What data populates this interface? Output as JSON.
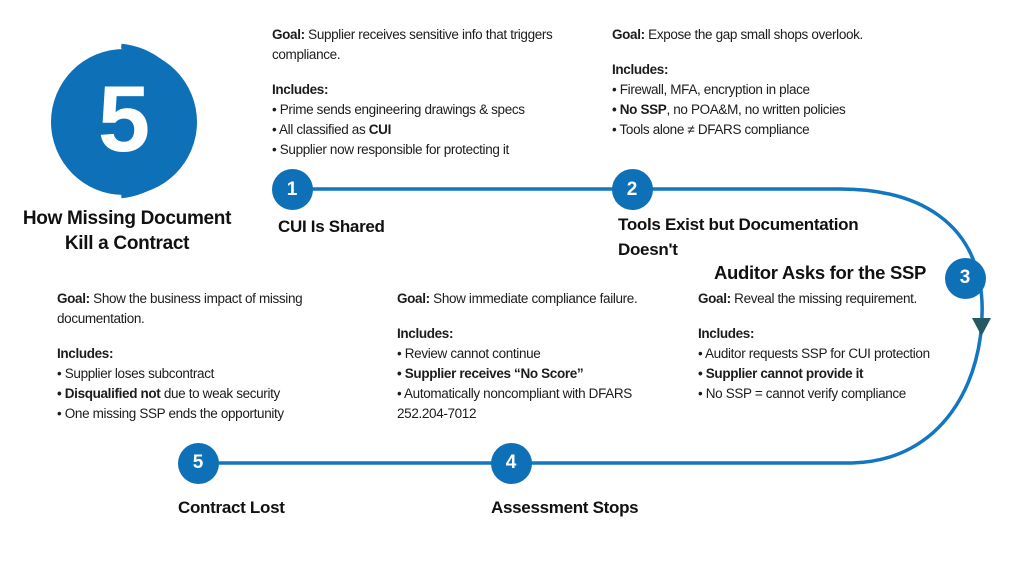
{
  "colors": {
    "primary_blue": "#0e71b8",
    "line_blue": "#1276c0",
    "arrow_teal": "#245962",
    "text_dark": "#1c1c1e"
  },
  "hero": {
    "number": "5",
    "title": "How Missing Document\nKill a Contract"
  },
  "steps": [
    {
      "num": "1",
      "label": "CUI Is Shared"
    },
    {
      "num": "2",
      "label": "Tools Exist but Documentation\nDoesn't"
    },
    {
      "num": "3",
      "label": "Auditor Asks for the SSP"
    },
    {
      "num": "4",
      "label": "Assessment Stops"
    },
    {
      "num": "5",
      "label": "Contract Lost"
    }
  ],
  "blocks": {
    "step1": {
      "lines": [
        {
          "cls": "goal",
          "seg": [
            {
              "t": "Goal:",
              "b": 1
            },
            {
              "t": " Supplier receives sensitive info that triggers",
              "b": 0
            }
          ]
        },
        {
          "cls": "goal",
          "seg": [
            {
              "t": "compliance.",
              "b": 0
            }
          ]
        },
        {
          "cls": "includes",
          "seg": [
            {
              "t": "Includes:",
              "b": 1
            }
          ]
        },
        {
          "cls": "bullet",
          "seg": [
            {
              "t": "• Prime sends engineering drawings & specs",
              "b": 0
            }
          ]
        },
        {
          "cls": "bullet",
          "seg": [
            {
              "t": "• All classified as ",
              "b": 0
            },
            {
              "t": "CUI",
              "b": 1
            }
          ]
        },
        {
          "cls": "bullet",
          "seg": [
            {
              "t": "• Supplier now responsible for protecting it",
              "b": 0
            }
          ]
        }
      ]
    },
    "step2": {
      "lines": [
        {
          "cls": "goal",
          "seg": [
            {
              "t": "Goal:",
              "b": 1
            },
            {
              "t": " Expose the gap small shops overlook.",
              "b": 0
            }
          ]
        },
        {
          "cls": "includes",
          "seg": [
            {
              "t": "Includes:",
              "b": 1
            }
          ]
        },
        {
          "cls": "bullet",
          "seg": [
            {
              "t": "• Firewall, MFA, encryption in place",
              "b": 0
            }
          ]
        },
        {
          "cls": "bullet",
          "seg": [
            {
              "t": "• No SSP",
              "b": 1
            },
            {
              "t": ", no POA&M, no written policies",
              "b": 0
            }
          ]
        },
        {
          "cls": "bullet",
          "seg": [
            {
              "t": "• Tools alone ≠ DFARS compliance",
              "b": 0
            }
          ]
        }
      ]
    },
    "step3": {
      "lines": [
        {
          "cls": "goal",
          "seg": [
            {
              "t": "Goal:",
              "b": 1
            },
            {
              "t": " Reveal the missing requirement.",
              "b": 0
            }
          ]
        },
        {
          "cls": "includes",
          "seg": [
            {
              "t": "Includes:",
              "b": 1
            }
          ]
        },
        {
          "cls": "bullet",
          "seg": [
            {
              "t": "• Auditor requests SSP for CUI protection",
              "b": 0
            }
          ]
        },
        {
          "cls": "bullet",
          "seg": [
            {
              "t": "• Supplier cannot provide it",
              "b": 1
            }
          ]
        },
        {
          "cls": "bullet",
          "seg": [
            {
              "t": "• No SSP = cannot verify compliance",
              "b": 0
            }
          ]
        }
      ]
    },
    "step4": {
      "lines": [
        {
          "cls": "goal",
          "seg": [
            {
              "t": "Goal:",
              "b": 1
            },
            {
              "t": " Show immediate compliance failure.",
              "b": 0
            }
          ]
        },
        {
          "cls": "includes",
          "seg": [
            {
              "t": "Includes:",
              "b": 1
            }
          ]
        },
        {
          "cls": "bullet",
          "seg": [
            {
              "t": "• Review cannot continue",
              "b": 0
            }
          ]
        },
        {
          "cls": "bullet",
          "seg": [
            {
              "t": "• Supplier receives “No Score”",
              "b": 1
            }
          ]
        },
        {
          "cls": "bullet",
          "seg": [
            {
              "t": "• Automatically noncompliant with DFARS",
              "b": 0
            }
          ]
        },
        {
          "cls": "cont",
          "seg": [
            {
              "t": "252.204-7012",
              "b": 0
            }
          ]
        }
      ]
    },
    "step5": {
      "lines": [
        {
          "cls": "goal",
          "seg": [
            {
              "t": "Goal:",
              "b": 1
            },
            {
              "t": " Show the business impact of missing",
              "b": 0
            }
          ]
        },
        {
          "cls": "goal",
          "seg": [
            {
              "t": "documentation.",
              "b": 0
            }
          ]
        },
        {
          "cls": "includes",
          "seg": [
            {
              "t": "Includes:",
              "b": 1
            }
          ]
        },
        {
          "cls": "bullet",
          "seg": [
            {
              "t": "• Supplier loses subcontract",
              "b": 0
            }
          ]
        },
        {
          "cls": "bullet",
          "seg": [
            {
              "t": "• Disqualified not",
              "b": 1
            },
            {
              "t": " due to weak security",
              "b": 0
            }
          ]
        },
        {
          "cls": "bullet",
          "seg": [
            {
              "t": "• One missing SSP ends the opportunity",
              "b": 0
            }
          ]
        }
      ]
    }
  }
}
